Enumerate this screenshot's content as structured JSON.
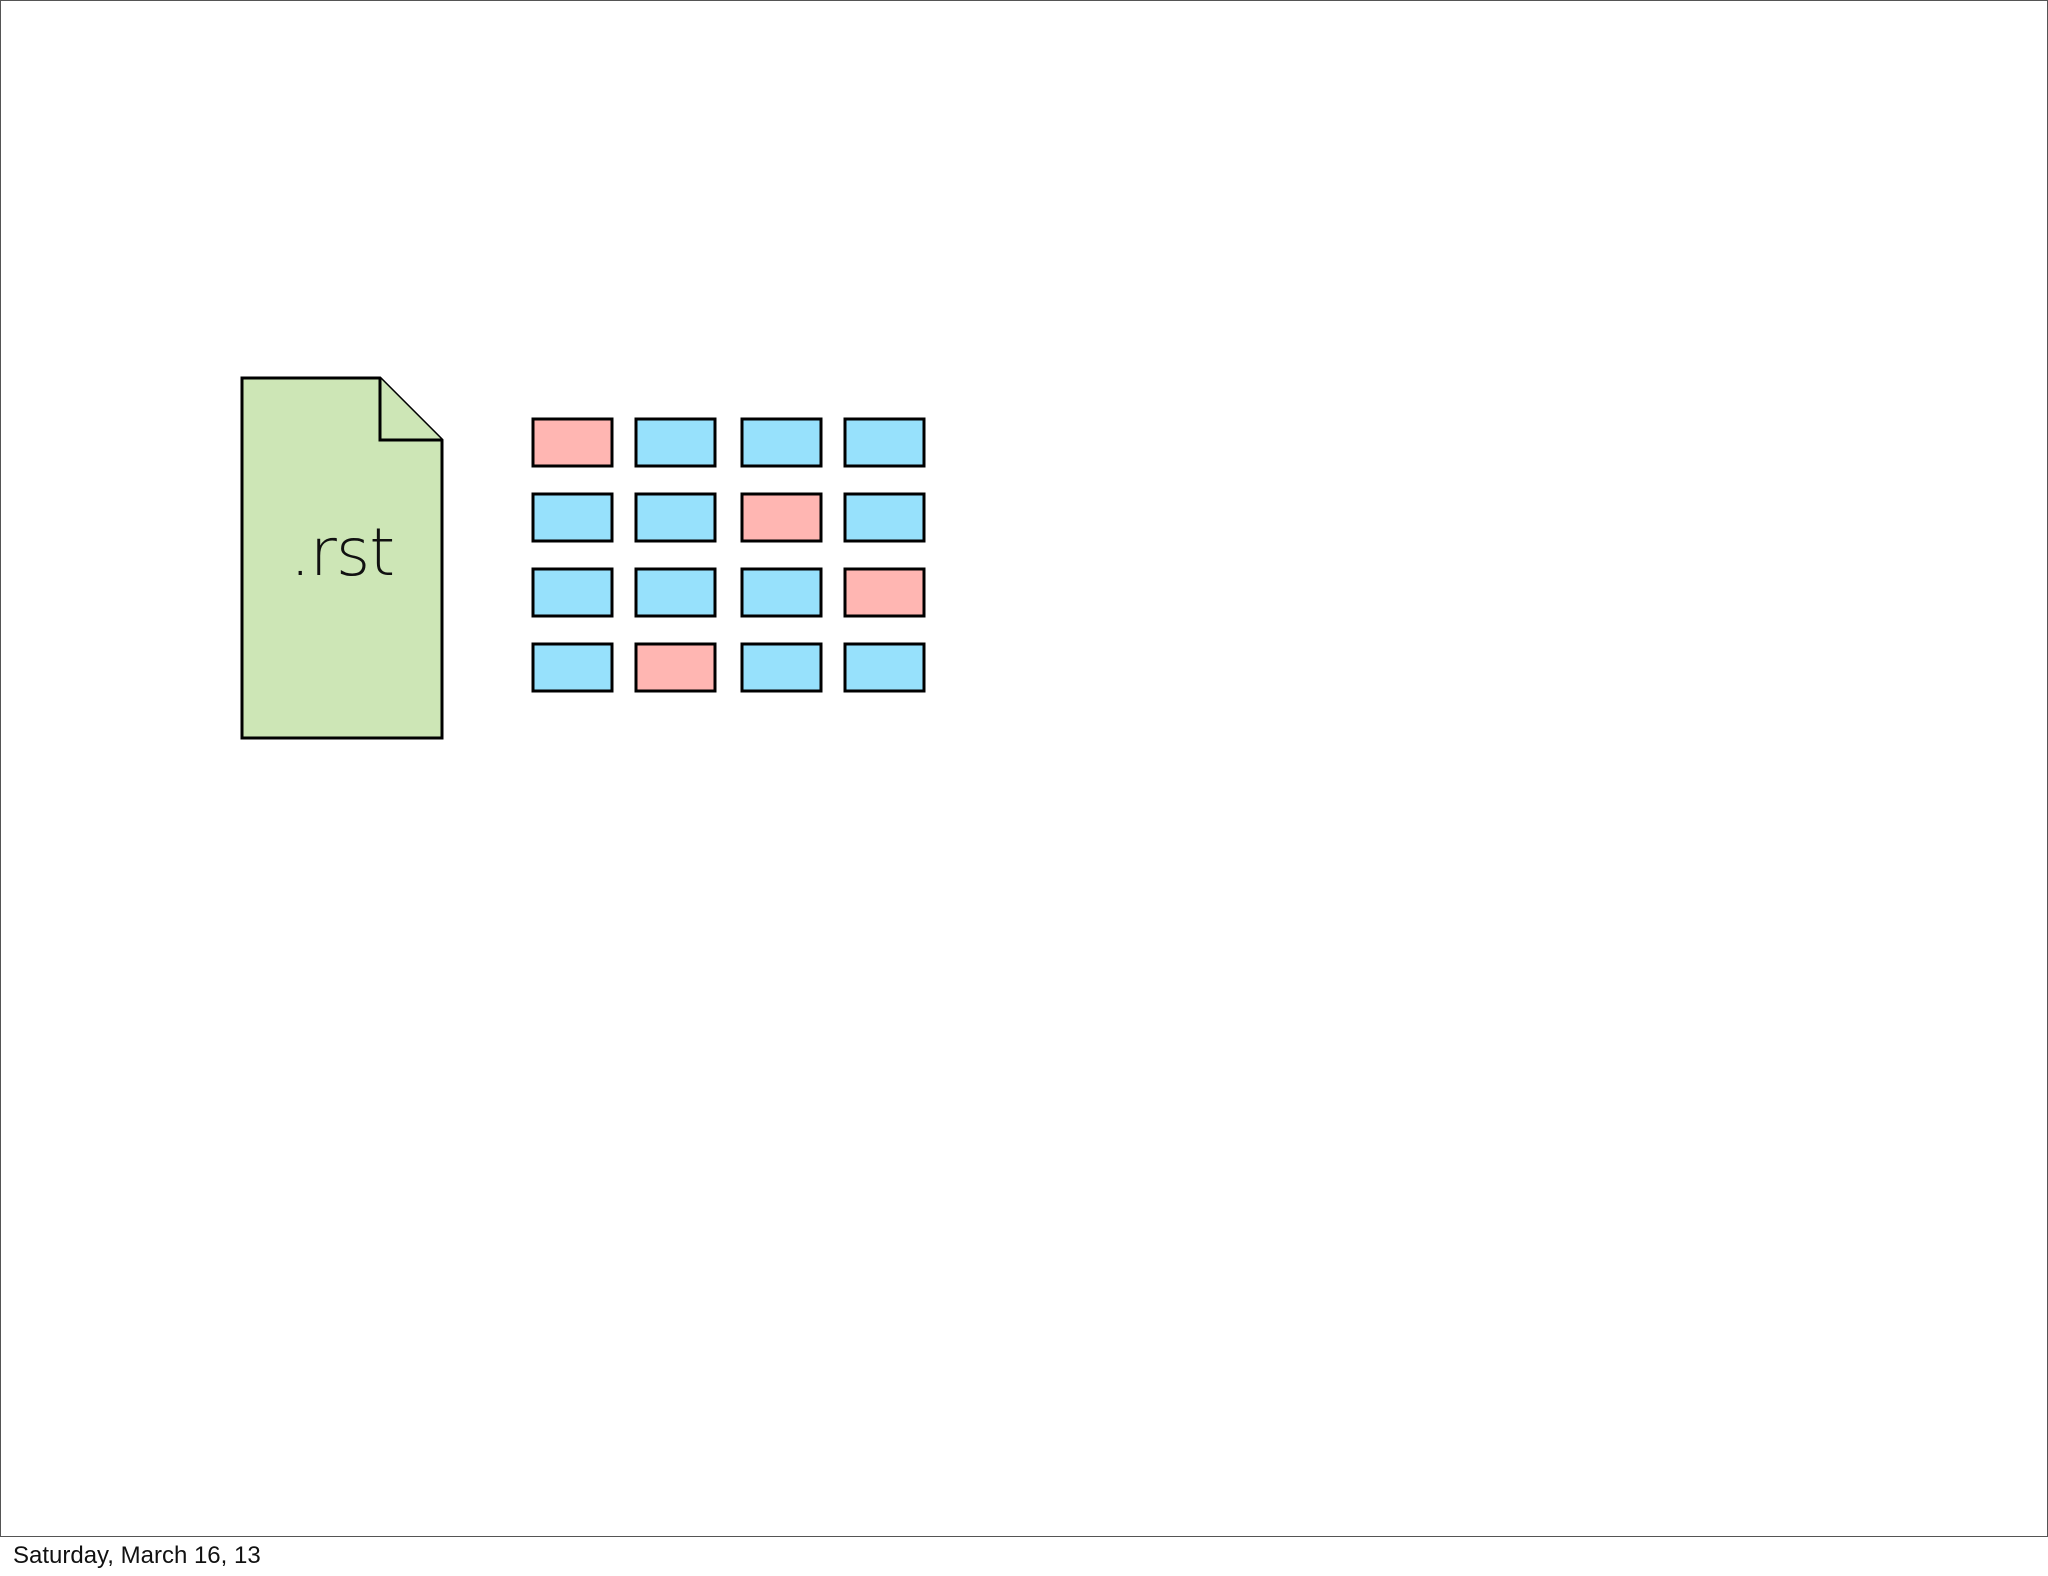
{
  "document": {
    "label": ".rst",
    "fill": "#cde6b6"
  },
  "block_colors": {
    "pink": "#ffb6b2",
    "blue": "#97e1fc"
  },
  "grid": {
    "rows": [
      [
        "pink",
        "blue",
        "blue",
        "blue"
      ],
      [
        "blue",
        "blue",
        "pink",
        "blue"
      ],
      [
        "blue",
        "blue",
        "blue",
        "pink"
      ],
      [
        "blue",
        "pink",
        "blue",
        "blue"
      ]
    ]
  },
  "footer": {
    "date": "Saturday, March 16, 13"
  }
}
